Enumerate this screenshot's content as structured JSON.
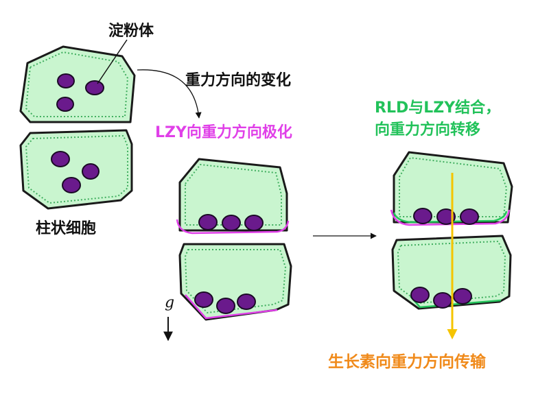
{
  "labels": {
    "amyloplast": "淀粉体",
    "gravity_change": "重力方向的变化",
    "lzy_polarize": "LZY向重力方向极化",
    "rld_line1": "RLD与LZY结合，",
    "rld_line2": "向重力方向转移",
    "columella": "柱状细胞",
    "g": "g",
    "auxin": "生长素向重力方向传输"
  },
  "colors": {
    "cell_fill": "#c9f5cf",
    "cell_stroke": "#1a1a1a",
    "inner_dotted": "#3fae5e",
    "organelle_fill": "#6a1a8c",
    "organelle_stroke": "#1a0a25",
    "lzy_pink": "#e040e8",
    "rld_green": "#22c25a",
    "auxin_orange": "#f08a1a",
    "auxin_arrow": "#f5c400"
  }
}
